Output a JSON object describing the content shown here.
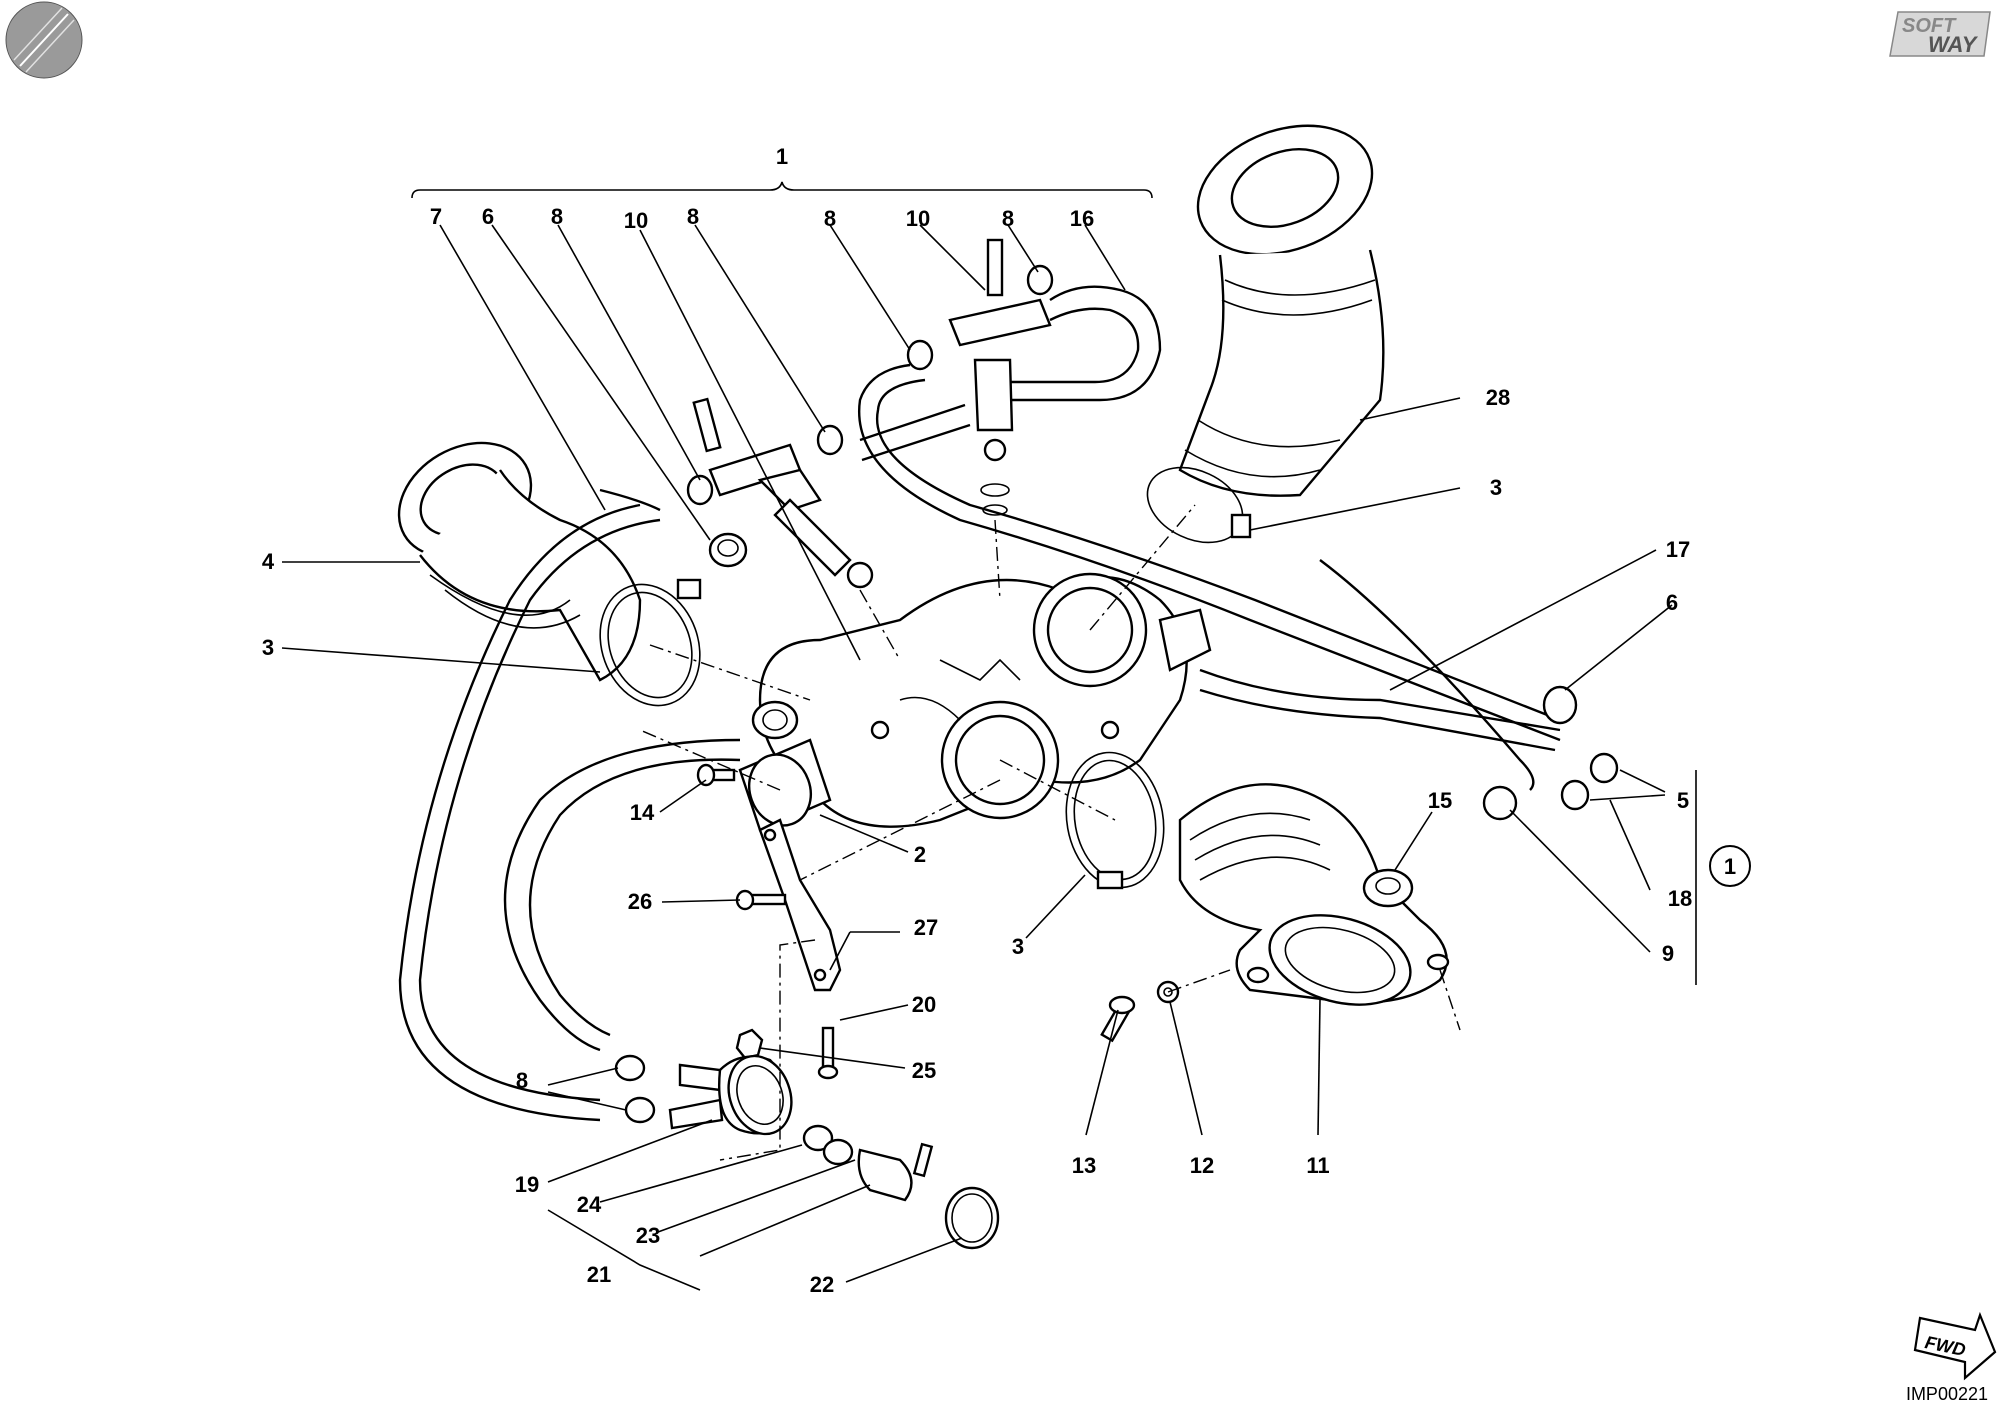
{
  "drawing": {
    "code": "IMP00221",
    "brand_line1": "SOFT",
    "brand_line2": "WAY",
    "fwd_label": "FWD",
    "note_marker": "1"
  },
  "callouts": [
    {
      "id": "c1",
      "text": "1"
    },
    {
      "id": "c7",
      "text": "7"
    },
    {
      "id": "c6a",
      "text": "6"
    },
    {
      "id": "c8a",
      "text": "8"
    },
    {
      "id": "c10a",
      "text": "10"
    },
    {
      "id": "c8b",
      "text": "8"
    },
    {
      "id": "c8c",
      "text": "8"
    },
    {
      "id": "c10b",
      "text": "10"
    },
    {
      "id": "c8d",
      "text": "8"
    },
    {
      "id": "c16",
      "text": "16"
    },
    {
      "id": "c28",
      "text": "28"
    },
    {
      "id": "c3a",
      "text": "3"
    },
    {
      "id": "c4",
      "text": "4"
    },
    {
      "id": "c3b",
      "text": "3"
    },
    {
      "id": "c17",
      "text": "17"
    },
    {
      "id": "c6b",
      "text": "6"
    },
    {
      "id": "c14",
      "text": "14"
    },
    {
      "id": "c2",
      "text": "2"
    },
    {
      "id": "c5",
      "text": "5"
    },
    {
      "id": "c15",
      "text": "15"
    },
    {
      "id": "c26",
      "text": "26"
    },
    {
      "id": "c27",
      "text": "27"
    },
    {
      "id": "c18",
      "text": "18"
    },
    {
      "id": "c3c",
      "text": "3"
    },
    {
      "id": "c9",
      "text": "9"
    },
    {
      "id": "c20",
      "text": "20"
    },
    {
      "id": "c25",
      "text": "25"
    },
    {
      "id": "c8e",
      "text": "8"
    },
    {
      "id": "c19",
      "text": "19"
    },
    {
      "id": "c24",
      "text": "24"
    },
    {
      "id": "c23",
      "text": "23"
    },
    {
      "id": "c21",
      "text": "21"
    },
    {
      "id": "c22",
      "text": "22"
    },
    {
      "id": "c13",
      "text": "13"
    },
    {
      "id": "c12",
      "text": "12"
    },
    {
      "id": "c11",
      "text": "11"
    }
  ]
}
